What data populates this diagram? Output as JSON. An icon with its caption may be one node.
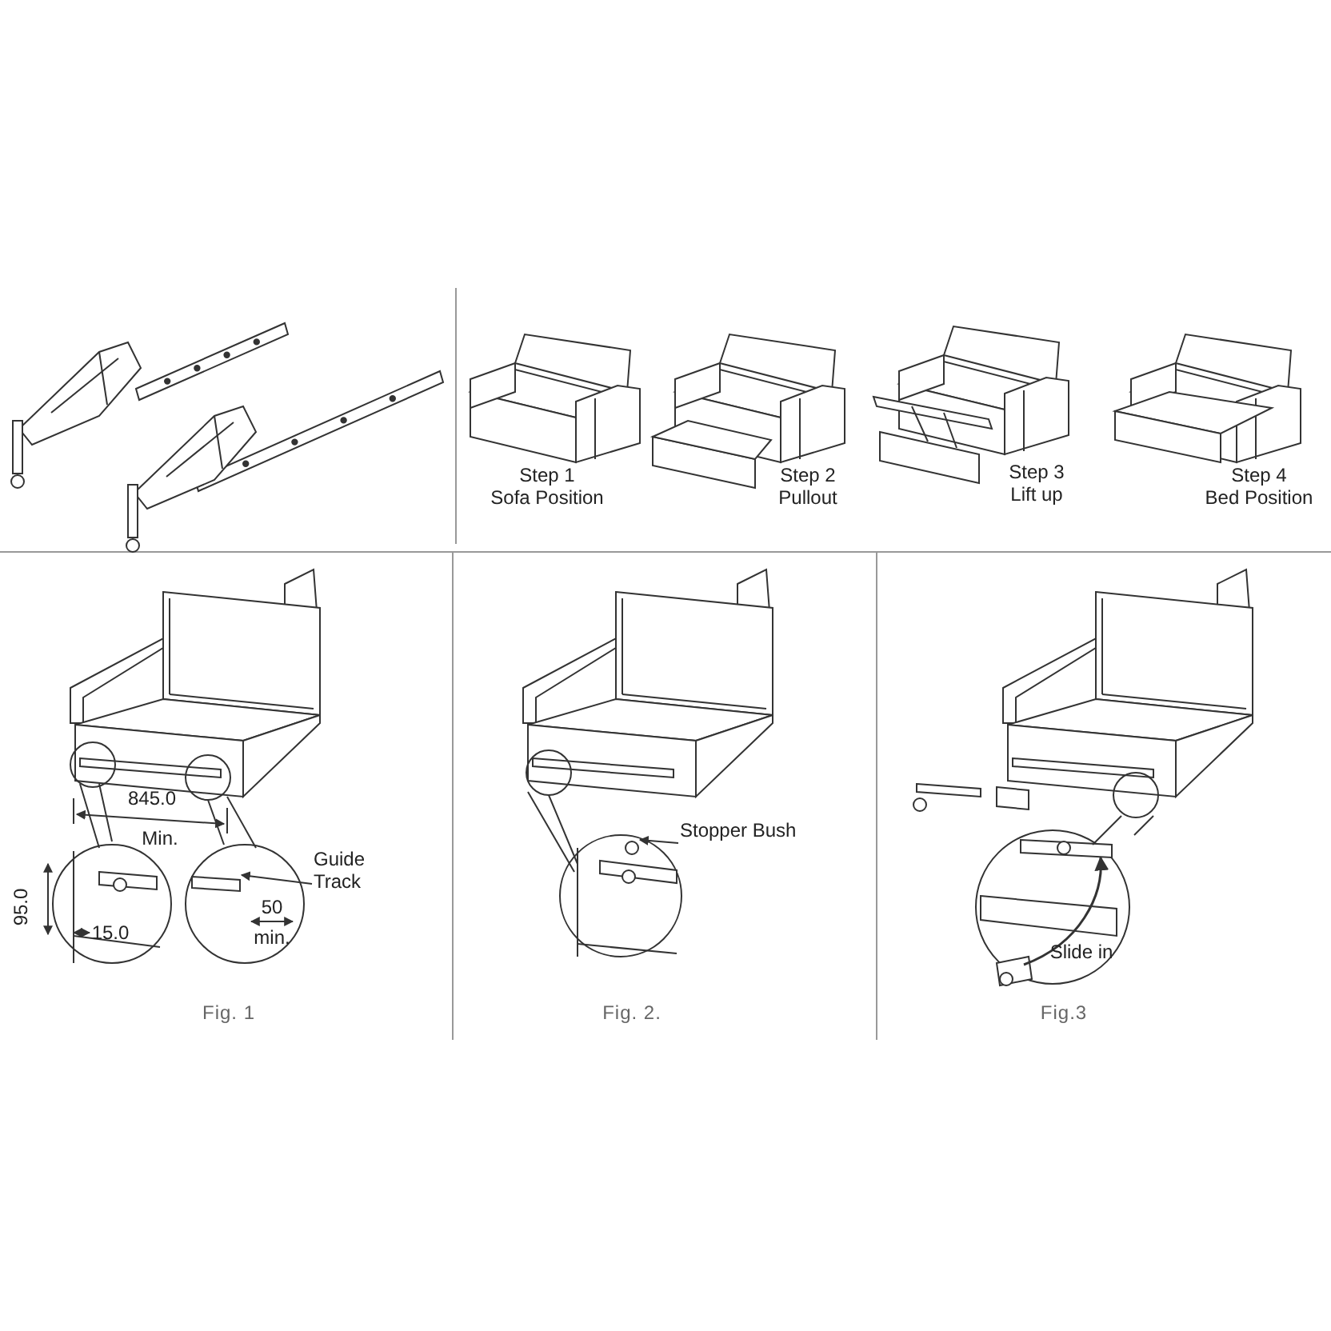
{
  "diagram": {
    "nodes": [
      {
        "text": [
          "Guide Track"
        ]
      },
      {
        "text": [
          "Stopper Bush"
        ]
      },
      {
        "text": [],
        "shape": "bar"
      },
      {
        "text": [],
        "shape": "circle"
      }
    ],
    "edges": [
      {
        "from": 0,
        "to": 2,
        "arrow": "to"
      },
      {
        "from": 1,
        "to": 3,
        "arrow": "to"
      }
    ],
    "labels": [
      "Step 1",
      "Sofa Position",
      "Step 2",
      "Pullout",
      "Step 3",
      "Lift up",
      "Step 4",
      "Bed Position",
      "845.0",
      "Min.",
      "95.0",
      "15.0",
      "50",
      "min.",
      "Fig. 1",
      "Fig. 2.",
      "Slide in",
      "Fig.3"
    ]
  }
}
